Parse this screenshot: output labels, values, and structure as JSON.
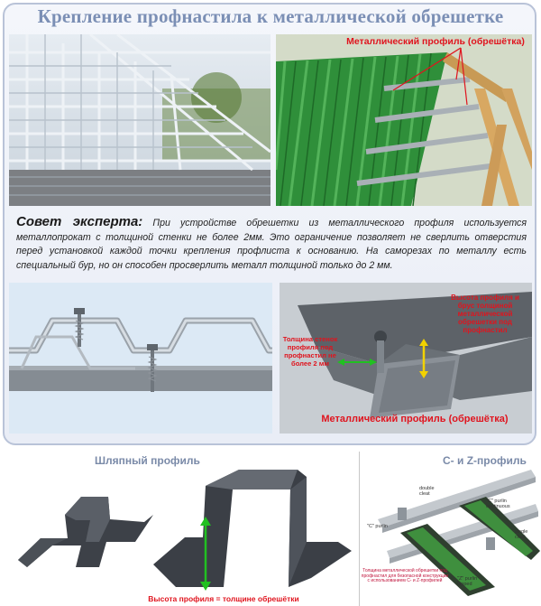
{
  "title": "Крепление профнастила к металлической обрешетке",
  "photo": {
    "label": "Металлический профиль (обрешётка)"
  },
  "expert_tip": {
    "heading": "Совет эксперта:",
    "text": "При устройстве обрешетки из металлического профиля используется металлопрокат с толщиной стенки не более 2мм. Это ограничение позволяет не сверлить отверстия перед установкой каждой точки крепления профлиста к основанию. На саморезах по металлу есть специальный бур, но он способен просверлить металл толщиной только до 2 мм."
  },
  "section_diagram": {
    "label_height": "Высота профиля и брус толщиной металлической обрешетки под профнастил",
    "label_thickness": "Толщина стенок профиля под профнастил не более 2 мм",
    "label_profile": "Металлический профиль (обрешётка)"
  },
  "hat_profile": {
    "title": "Шляпный профиль",
    "label": "Высота профиля = толщине обрешётки"
  },
  "cz_profile": {
    "title": "C- и Z-профиль",
    "labels": {
      "double_cleat": "double\ncleat",
      "c_purlin_continuous": "\"C\" purlin\ncontinuous",
      "c_purlin": "\"C\" purlin",
      "single_cleat": "single\ncleat",
      "z_purlin_lapped": "\"Z\" purlin\nlapped"
    },
    "note": "Толщина металлической обрешетки под профнастил для безопасной конструкции с использованием С- и Z-профилей"
  },
  "colors": {
    "title": "#7b8fb5",
    "accent_red": "#e0141e",
    "roof_green": "#2f8f3a",
    "arrow_green": "#21c021",
    "arrow_yellow": "#f2d200"
  }
}
